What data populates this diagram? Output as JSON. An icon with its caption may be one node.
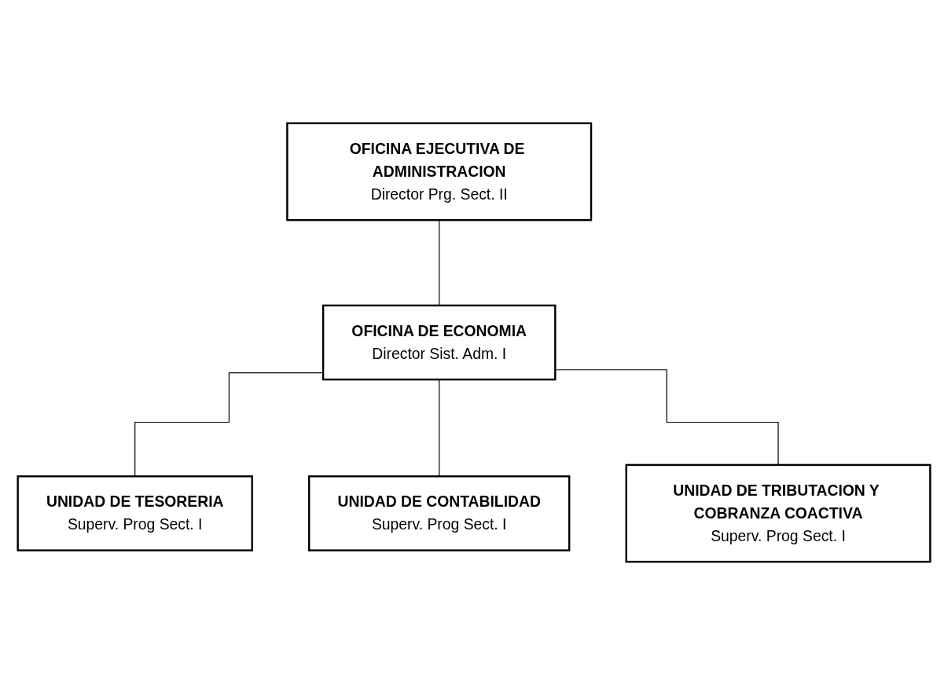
{
  "diagram": {
    "nodes": [
      {
        "text": [
          "OFICINA EJECUTIVA DE ADMINISTRACION",
          "Director Prg. Sect. II"
        ]
      },
      {
        "text": [
          "OFICINA DE ECONOMIA",
          "Director Sist. Adm. I"
        ]
      },
      {
        "text": [
          "UNIDAD DE TESORERIA",
          "Superv. Prog Sect. I"
        ]
      },
      {
        "text": [
          "UNIDAD DE CONTABILIDAD",
          "Superv. Prog Sect. I"
        ]
      },
      {
        "text": [
          "UNIDAD DE TRIBUTACION Y COBRANZA COACTIVA",
          "Superv. Prog Sect. I"
        ]
      }
    ],
    "edges": [
      {
        "from": 0,
        "to": 1,
        "arrow": "none"
      },
      {
        "from": 1,
        "to": 2,
        "arrow": "none"
      },
      {
        "from": 1,
        "to": 3,
        "arrow": "none"
      },
      {
        "from": 1,
        "to": 4,
        "arrow": "none"
      }
    ]
  }
}
